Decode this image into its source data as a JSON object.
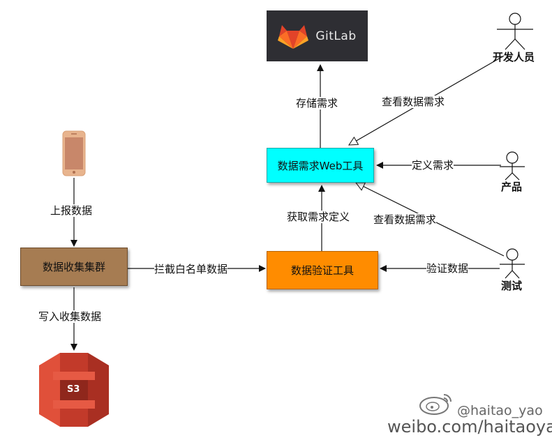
{
  "nodes": {
    "gitlab": {
      "label": "GitLab"
    },
    "web_tool": {
      "label": "数据需求Web工具",
      "fill": "#00ffff"
    },
    "collect_cluster": {
      "label": "数据收集集群",
      "fill": "#a67c52"
    },
    "verify_tool": {
      "label": "数据验证工具",
      "fill": "#ff8c00"
    },
    "s3": {
      "label": "S3"
    }
  },
  "actors": {
    "developer": {
      "label": "开发人员"
    },
    "product": {
      "label": "产品"
    },
    "tester": {
      "label": "测试"
    }
  },
  "edges": {
    "store": "存储需求",
    "dev_view": "查看数据需求",
    "define": "定义需求",
    "fetch": "获取需求定义",
    "test_view": "查看数据需求",
    "report": "上报数据",
    "intercept": "拦截白名单数据",
    "verify": "验证数据",
    "write": "写入收集数据"
  },
  "watermark": {
    "handle": "@haitao_yao",
    "url": "weibo.com/haitaoyao"
  }
}
